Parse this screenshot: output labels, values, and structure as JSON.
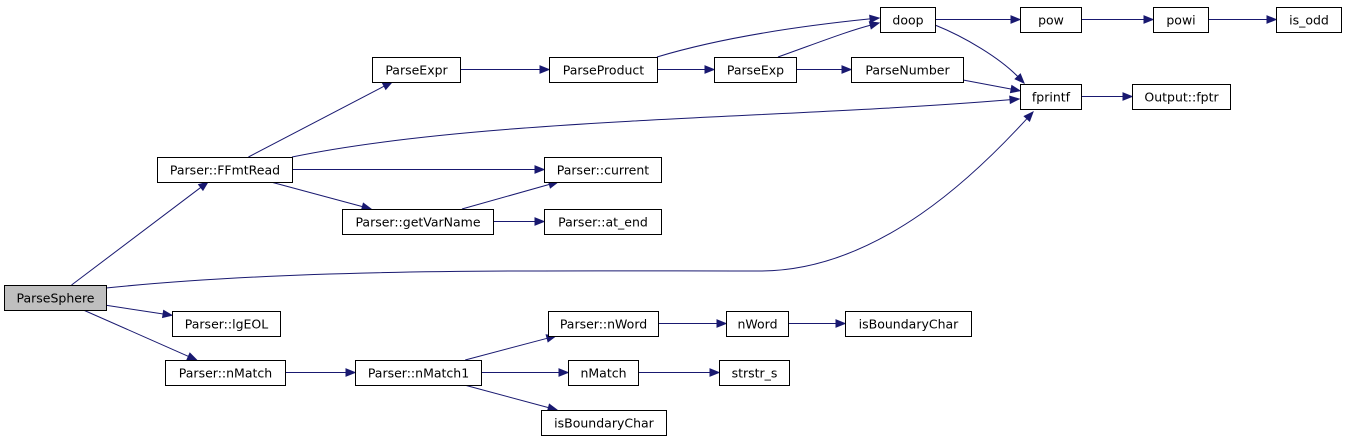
{
  "graph": {
    "colors": {
      "edge": "#191970",
      "root_fill": "#bfbfbf",
      "node_fill": "#ffffff",
      "node_border": "#000000"
    },
    "nodes": [
      {
        "id": "ParseSphere",
        "label": "ParseSphere",
        "root": true
      },
      {
        "id": "FFmtRead",
        "label": "Parser::FFmtRead"
      },
      {
        "id": "lgEOL",
        "label": "Parser::lgEOL"
      },
      {
        "id": "nMatchP",
        "label": "Parser::nMatch"
      },
      {
        "id": "fprintf",
        "label": "fprintf"
      },
      {
        "id": "ParseExpr",
        "label": "ParseExpr"
      },
      {
        "id": "current",
        "label": "Parser::current"
      },
      {
        "id": "getVarName",
        "label": "Parser::getVarName"
      },
      {
        "id": "at_end",
        "label": "Parser::at_end"
      },
      {
        "id": "ParseProduct",
        "label": "ParseProduct"
      },
      {
        "id": "doop",
        "label": "doop"
      },
      {
        "id": "ParseExp",
        "label": "ParseExp"
      },
      {
        "id": "ParseNumber",
        "label": "ParseNumber"
      },
      {
        "id": "pow",
        "label": "pow"
      },
      {
        "id": "powi",
        "label": "powi"
      },
      {
        "id": "is_odd",
        "label": "is_odd"
      },
      {
        "id": "fptr",
        "label": "Output::fptr"
      },
      {
        "id": "nMatch1",
        "label": "Parser::nMatch1"
      },
      {
        "id": "nWordP",
        "label": "Parser::nWord"
      },
      {
        "id": "nWord",
        "label": "nWord"
      },
      {
        "id": "isBoundaryChar1",
        "label": "isBoundaryChar"
      },
      {
        "id": "nMatch",
        "label": "nMatch"
      },
      {
        "id": "strstr_s",
        "label": "strstr_s"
      },
      {
        "id": "isBoundaryChar2",
        "label": "isBoundaryChar"
      }
    ],
    "edges": [
      {
        "from": "ParseSphere",
        "to": "FFmtRead"
      },
      {
        "from": "ParseSphere",
        "to": "fprintf"
      },
      {
        "from": "ParseSphere",
        "to": "lgEOL"
      },
      {
        "from": "ParseSphere",
        "to": "nMatchP"
      },
      {
        "from": "FFmtRead",
        "to": "ParseExpr"
      },
      {
        "from": "FFmtRead",
        "to": "fprintf"
      },
      {
        "from": "FFmtRead",
        "to": "current"
      },
      {
        "from": "FFmtRead",
        "to": "getVarName"
      },
      {
        "from": "ParseExpr",
        "to": "ParseProduct"
      },
      {
        "from": "ParseProduct",
        "to": "doop"
      },
      {
        "from": "ParseProduct",
        "to": "ParseExp"
      },
      {
        "from": "ParseExp",
        "to": "doop"
      },
      {
        "from": "ParseExp",
        "to": "ParseNumber"
      },
      {
        "from": "doop",
        "to": "pow"
      },
      {
        "from": "doop",
        "to": "fprintf"
      },
      {
        "from": "pow",
        "to": "powi"
      },
      {
        "from": "powi",
        "to": "is_odd"
      },
      {
        "from": "ParseNumber",
        "to": "fprintf"
      },
      {
        "from": "fprintf",
        "to": "fptr"
      },
      {
        "from": "getVarName",
        "to": "current"
      },
      {
        "from": "getVarName",
        "to": "at_end"
      },
      {
        "from": "nMatchP",
        "to": "nMatch1"
      },
      {
        "from": "nMatch1",
        "to": "nWordP"
      },
      {
        "from": "nMatch1",
        "to": "nMatch"
      },
      {
        "from": "nMatch1",
        "to": "isBoundaryChar2"
      },
      {
        "from": "nWordP",
        "to": "nWord"
      },
      {
        "from": "nWord",
        "to": "isBoundaryChar1"
      },
      {
        "from": "nMatch",
        "to": "strstr_s"
      }
    ]
  }
}
